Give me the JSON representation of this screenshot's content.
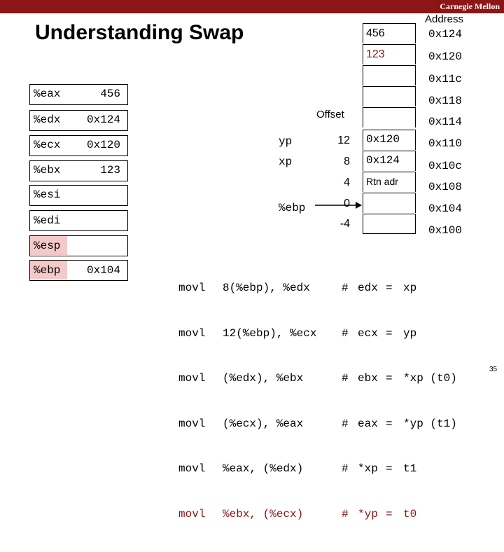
{
  "header": {
    "brand": "Carnegie Mellon"
  },
  "title": "Understanding Swap",
  "registers": [
    {
      "name": "%eax",
      "value": "456"
    },
    {
      "name": "%edx",
      "value": "0x124"
    },
    {
      "name": "%ecx",
      "value": "0x120"
    },
    {
      "name": "%ebx",
      "value": "123"
    },
    {
      "name": "%esi",
      "value": ""
    },
    {
      "name": "%edi",
      "value": ""
    },
    {
      "name": "%esp",
      "value": ""
    },
    {
      "name": "%ebp",
      "value": "0x104"
    }
  ],
  "stack": {
    "address_header": "Address",
    "offset_header": "Offset",
    "cells": [
      {
        "value": "456",
        "address": "0x124",
        "offset": "",
        "label": ""
      },
      {
        "value": "123",
        "address": "0x120",
        "offset": "",
        "label": ""
      },
      {
        "value": "",
        "address": "0x11c",
        "offset": "",
        "label": ""
      },
      {
        "value": "",
        "address": "0x118",
        "offset": "",
        "label": ""
      },
      {
        "value": "",
        "address": "0x114",
        "offset": "",
        "label": ""
      },
      {
        "value": "0x120",
        "address": "0x110",
        "offset": "12",
        "label": "yp"
      },
      {
        "value": "0x124",
        "address": "0x10c",
        "offset": "8",
        "label": "xp"
      },
      {
        "value": "Rtn adr",
        "address": "0x108",
        "offset": "4",
        "label": ""
      },
      {
        "value": "",
        "address": "0x104",
        "offset": "0",
        "label": "%ebp"
      },
      {
        "value": "",
        "address": "0x100",
        "offset": "-4",
        "label": ""
      }
    ]
  },
  "code": {
    "ops": [
      "movl",
      "movl",
      "movl",
      "movl",
      "movl",
      "movl"
    ],
    "args": [
      "8(%ebp), %edx",
      "12(%ebp), %ecx",
      "(%edx), %ebx",
      "(%ecx), %eax",
      "%eax, (%edx)",
      "%ebx, (%ecx)"
    ],
    "hashes": [
      "#",
      "#",
      "#",
      "#",
      "#",
      "#"
    ],
    "lhs": [
      "edx",
      "ecx",
      "ebx",
      "eax",
      "*xp",
      "*yp"
    ],
    "eq": [
      "=",
      "=",
      "=",
      "=",
      "=",
      "="
    ],
    "rhs": [
      "xp",
      "yp",
      "*xp (t0)",
      "*yp (t1)",
      "t1",
      "t0"
    ]
  },
  "page_number": "35",
  "colors": {
    "accent": "#8c1515",
    "highlight": "#f4c9c9",
    "instr_highlight": "#8c1515"
  }
}
